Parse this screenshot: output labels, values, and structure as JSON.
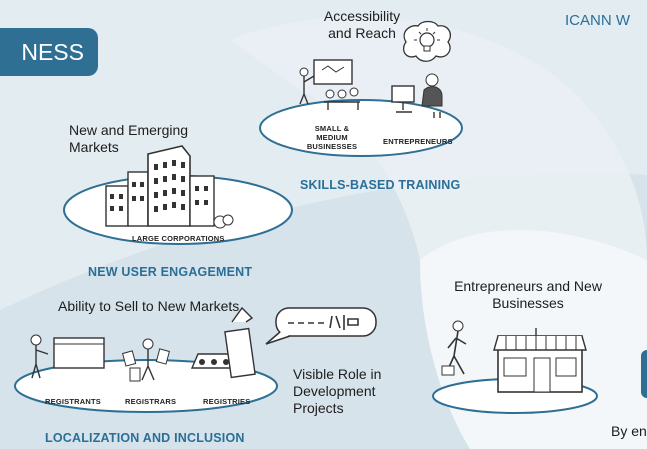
{
  "banner": "NESS",
  "header_title": "ICANN W",
  "clusters": {
    "skills": {
      "note": "Accessibility\nand Reach",
      "labels": [
        "SMALL &\nMEDIUM BUSINESSES",
        "ENTREPRENEURS"
      ],
      "caption": "SKILLS-BASED TRAINING"
    },
    "engagement": {
      "note": "New and Emerging\nMarkets",
      "labels": [
        "LARGE CORPORATIONS"
      ],
      "caption": "NEW USER ENGAGEMENT"
    },
    "localization": {
      "note": "Ability to Sell to New Markets",
      "labels": [
        "REGISTRANTS",
        "REGISTRARS",
        "REGISTRIES"
      ],
      "caption": "LOCALIZATION AND INCLUSION",
      "side_note": "Visible Role in\nDevelopment\nProjects"
    },
    "entrepreneurs": {
      "note": "Entrepreneurs and New\nBusinesses"
    }
  },
  "footer_text": "By en"
}
